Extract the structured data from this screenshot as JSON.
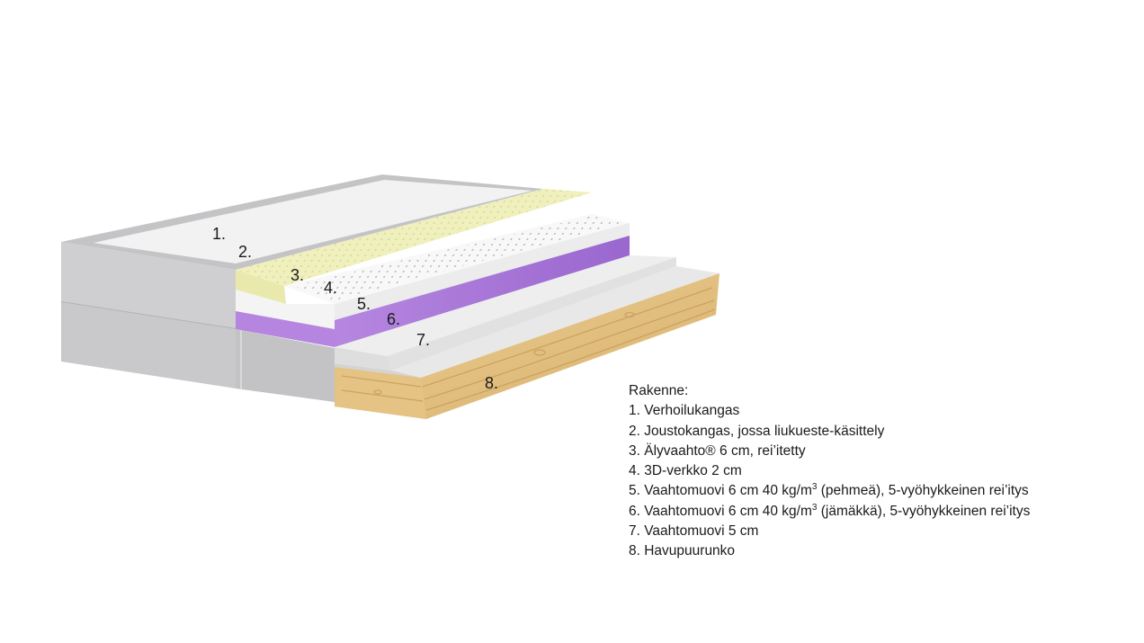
{
  "callouts": [
    "1.",
    "2.",
    "3.",
    "4.",
    "5.",
    "6.",
    "7.",
    "8."
  ],
  "legend": {
    "title": "Rakenne:",
    "items": [
      {
        "text": "1. Verhoilukangas"
      },
      {
        "text": "2. Joustokangas, jossa liukueste-käsittely"
      },
      {
        "text": "3. Älyvaahto® 6 cm, rei’itetty"
      },
      {
        "text": "4. 3D-verkko 2 cm"
      },
      {
        "text": "5. Vaahtomuovi 6 cm 40 kg/m",
        "sup": "3",
        "after": " (pehmeä), 5-vyöhykkeinen rei’itys"
      },
      {
        "text": "6. Vaahtomuovi 6 cm 40 kg/m",
        "sup": "3",
        "after": " (jämäkkä), 5-vyöhykkeinen rei’itys"
      },
      {
        "text": "7. Vaahtomuovi 5 cm"
      },
      {
        "text": "8. Havupuurunko"
      }
    ]
  },
  "colors": {
    "cover_top": "#f1f1f1",
    "cover_side": "#c8c8ca",
    "memory_foam": "#eeeeb4",
    "mesh": "#f7f7f7",
    "purple_foam": "#a977d9",
    "grey_foam": "#e6e6e6",
    "wood": "#e6c68a"
  }
}
